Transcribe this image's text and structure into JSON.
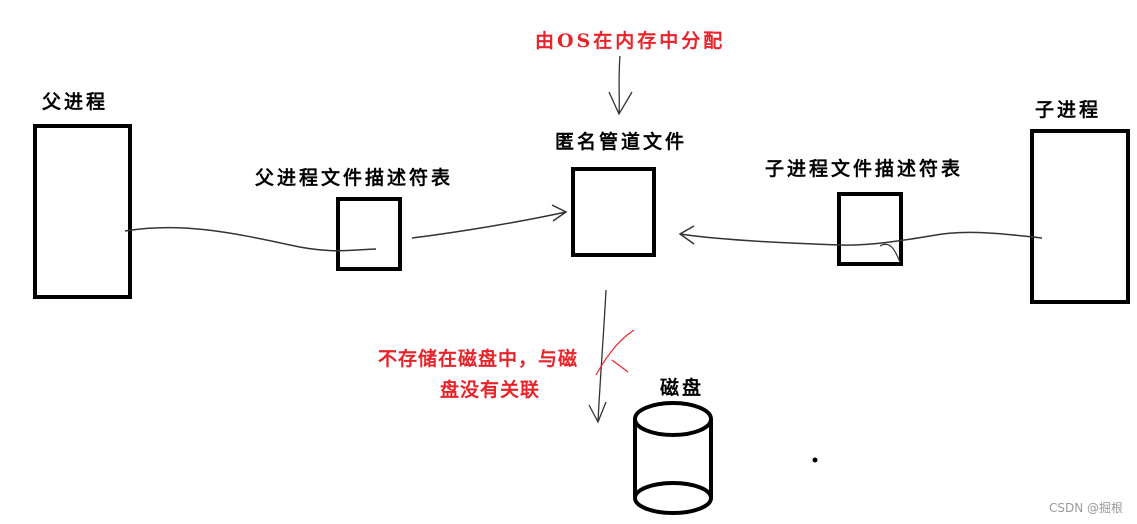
{
  "labels": {
    "os_alloc": "由OS在内存中分配",
    "parent_process": "父进程",
    "parent_fd_table": "父进程文件描述符表",
    "anon_pipe": "匿名管道文件",
    "child_fd_table": "子进程文件描述符表",
    "child_process": "子进程",
    "not_on_disk_line1": "不存储在磁盘中，与磁",
    "not_on_disk_line2": "盘没有关联",
    "disk": "磁盘"
  },
  "watermark": "CSDN @掘根",
  "colors": {
    "annotation": "#e8232a",
    "ink": "#000000"
  }
}
